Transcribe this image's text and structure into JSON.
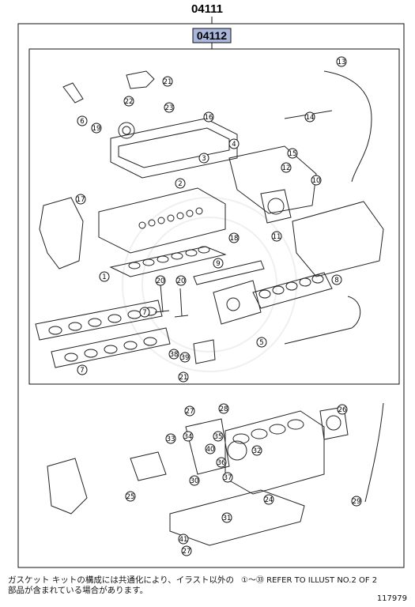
{
  "kit_part_number": "04111",
  "sub_kit_part_number": "04112",
  "callouts": [
    {
      "id": "c1",
      "label": "1"
    },
    {
      "id": "c2",
      "label": "2"
    },
    {
      "id": "c3",
      "label": "3"
    },
    {
      "id": "c4",
      "label": "4"
    },
    {
      "id": "c5",
      "label": "5"
    },
    {
      "id": "c6",
      "label": "6"
    },
    {
      "id": "c7a",
      "label": "7"
    },
    {
      "id": "c7b",
      "label": "7"
    },
    {
      "id": "c8",
      "label": "8"
    },
    {
      "id": "c9",
      "label": "9"
    },
    {
      "id": "c10",
      "label": "10"
    },
    {
      "id": "c11",
      "label": "11"
    },
    {
      "id": "c12",
      "label": "12"
    },
    {
      "id": "c13",
      "label": "13"
    },
    {
      "id": "c14",
      "label": "14"
    },
    {
      "id": "c15",
      "label": "15"
    },
    {
      "id": "c16",
      "label": "16"
    },
    {
      "id": "c17",
      "label": "17"
    },
    {
      "id": "c18",
      "label": "18"
    },
    {
      "id": "c19",
      "label": "19"
    },
    {
      "id": "c20a",
      "label": "20"
    },
    {
      "id": "c20b",
      "label": "20"
    },
    {
      "id": "c21",
      "label": "21"
    },
    {
      "id": "c21b",
      "label": "21"
    },
    {
      "id": "c22",
      "label": "22"
    },
    {
      "id": "c23",
      "label": "23"
    },
    {
      "id": "c24",
      "label": "24"
    },
    {
      "id": "c25",
      "label": "25"
    },
    {
      "id": "c26",
      "label": "26"
    },
    {
      "id": "c27a",
      "label": "27"
    },
    {
      "id": "c27b",
      "label": "27"
    },
    {
      "id": "c28",
      "label": "28"
    },
    {
      "id": "c29",
      "label": "29"
    },
    {
      "id": "c30",
      "label": "30"
    },
    {
      "id": "c31",
      "label": "31"
    },
    {
      "id": "c32",
      "label": "32"
    },
    {
      "id": "c33",
      "label": "33"
    },
    {
      "id": "c34",
      "label": "34"
    },
    {
      "id": "c35",
      "label": "35"
    },
    {
      "id": "c36",
      "label": "36"
    },
    {
      "id": "c37",
      "label": "37"
    },
    {
      "id": "c38",
      "label": "38"
    },
    {
      "id": "c39",
      "label": "39"
    },
    {
      "id": "c40",
      "label": "40"
    },
    {
      "id": "c41",
      "label": "41"
    }
  ],
  "notes": {
    "japanese_line1": "ガスケット キットの構成には共通化により、イラスト以外の",
    "japanese_line2": "部品が含まれている場合があります。",
    "reference": "①～㉝ REFER TO ILLUST NO.2 OF 2",
    "illustration_code": "117979"
  }
}
